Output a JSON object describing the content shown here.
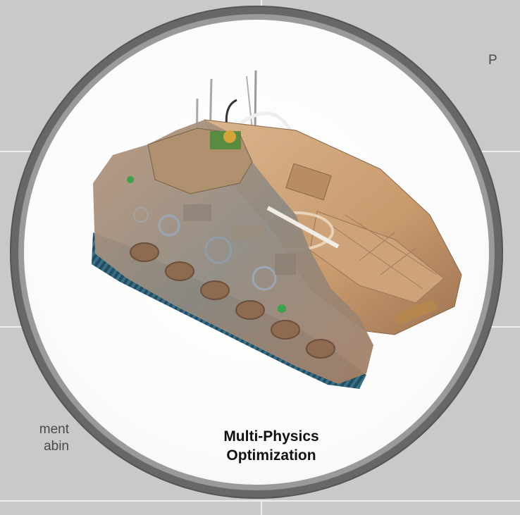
{
  "side_labels": {
    "right_top": "P",
    "left_bottom_line1": "ment",
    "left_bottom_line2": "abin"
  },
  "disc": {
    "caption_line1": "Multi-Physics",
    "caption_line2": "Optimization"
  },
  "colors": {
    "background": "#c9c9c9",
    "ring": "#6b6b6b",
    "disc": "#ffffff",
    "vehicle_body": "#c99a6e",
    "track": "#2e5f73"
  }
}
